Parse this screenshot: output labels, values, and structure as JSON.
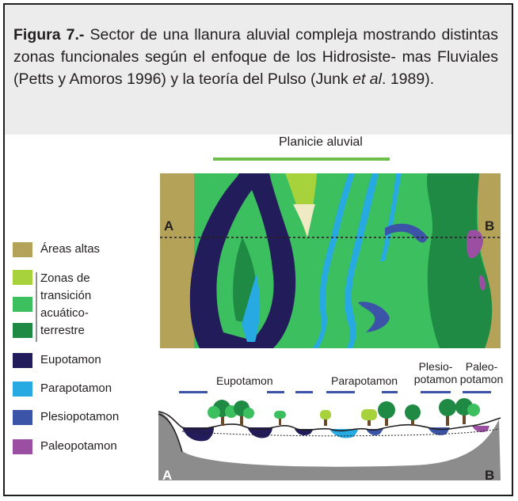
{
  "caption": {
    "figure_label": "Figura 7.-",
    "line1_rest": " Sector de una llanura aluvial compleja mostrando",
    "line2": "distintas zonas funcionales según el enfoque de los Hidrosiste-",
    "line3": "mas Fluviales (Petts y Amoros 1996) y la teoría del Pulso (Junk",
    "line4_italic": "et al",
    "line4_rest": ". 1989)."
  },
  "map": {
    "title": "Planicie aluvial",
    "left_marker": "A",
    "right_marker": "B"
  },
  "legend": [
    {
      "label": "Áreas altas",
      "color": "#b4a259"
    },
    {
      "label": "Zonas de",
      "color": "#a8d23c"
    },
    {
      "label": "transición",
      "color": "#3cbf5f"
    },
    {
      "label": "acuático-",
      "color": "#1f8a44"
    },
    {
      "label": "terrestre",
      "color": ""
    },
    {
      "label": "Eupotamon",
      "color": "#231c5a"
    },
    {
      "label": "Parapotamon",
      "color": "#27a9e1"
    },
    {
      "label": "Plesiopotamon",
      "color": "#3b54a8"
    },
    {
      "label": "Paleopotamon",
      "color": "#9b4fa2"
    }
  ],
  "section": {
    "zone_eupotamon": "Eupotamon",
    "zone_parapotamon": "Parapotamon",
    "zone_plesio_1": "Plesio-",
    "zone_plesio_2": "potamon",
    "zone_paleo_1": "Paleo-",
    "zone_paleo_2": "potamon",
    "left_marker": "A",
    "right_marker": "B"
  },
  "colors": {
    "high_areas": "#b4a259",
    "transition_light": "#a8d23c",
    "transition_mid": "#3cbf5f",
    "transition_dark": "#1f8a44",
    "eupotamon": "#231c5a",
    "parapotamon": "#27a9e1",
    "plesiopotamon": "#3b54a8",
    "paleopotamon": "#9b4fa2",
    "planicie_bar": "#6cc04a",
    "caption_bg": "#ececec"
  }
}
